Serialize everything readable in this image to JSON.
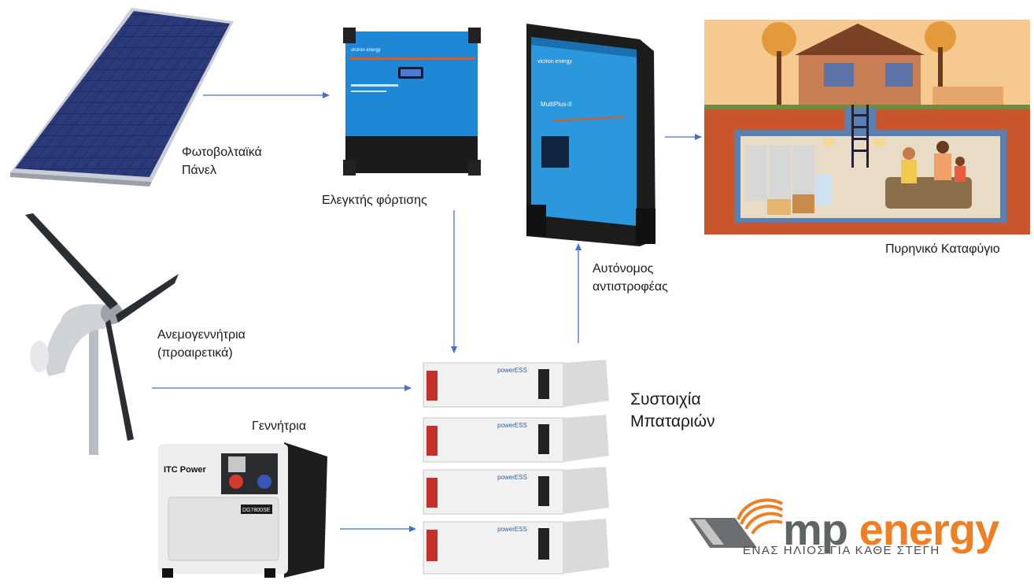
{
  "labels": {
    "solar_panels": "Φωτοβολταϊκά\nΠάνελ",
    "charge_controller": "Ελεγκτής φόρτισης",
    "inverter": "Αυτόνομος\nαντιστροφέας",
    "shelter": "Πυρηνικό Καταφύγιο",
    "wind_turbine": "Ανεμογεννήτρια\n(προαιρετικά)",
    "generator": "Γεννήτρια",
    "battery_bank": "Συστοιχία\nΜπαταριών"
  },
  "devices": {
    "charge_controller_brand": "victron energy",
    "inverter_model": "MultiPlus-II",
    "battery_brand": "powerESS",
    "generator_brand": "ITC Power",
    "generator_model": "DG7800SE"
  },
  "logo": {
    "word1": "mp",
    "word2": "energy",
    "tagline": "ΕΝΑΣ ΗΛΙΟΣ ΓΙΑ ΚΑΘΕ ΣΤΕΓΗ"
  },
  "colors": {
    "arrow": "#4472c4",
    "victron_blue": "#2a8fd6",
    "logo_gray": "#5f6467",
    "logo_orange": "#f07e22"
  }
}
